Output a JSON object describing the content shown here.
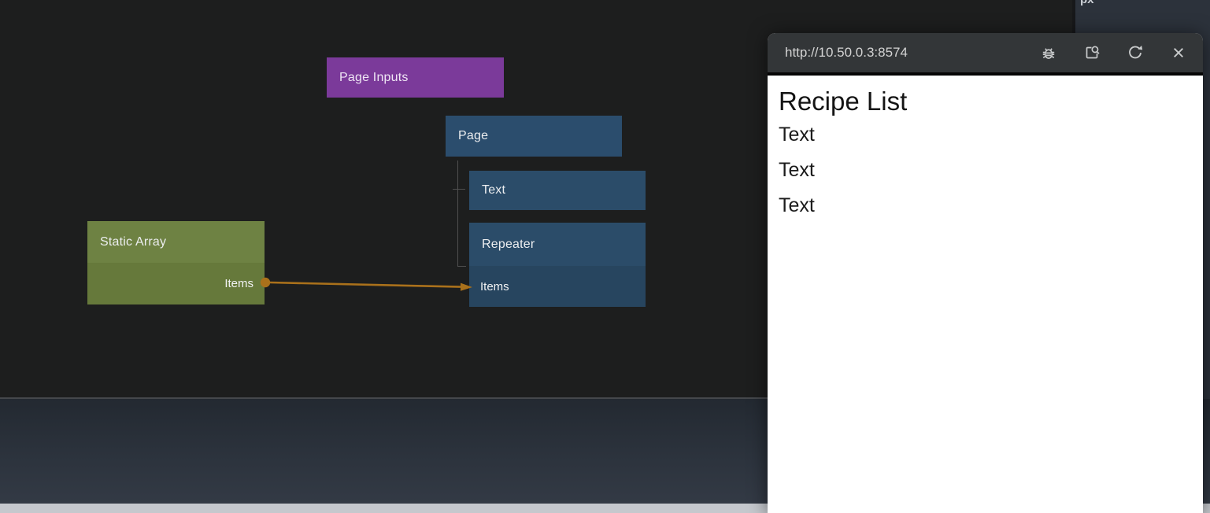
{
  "editor": {
    "canvas": {
      "nodes": {
        "page_inputs": {
          "label": "Page Inputs",
          "color": "#7b3a9a"
        },
        "page": {
          "label": "Page",
          "color": "#2b4d6d"
        },
        "text": {
          "label": "Text",
          "color": "#2b4c69"
        },
        "repeater": {
          "label": "Repeater",
          "color": "#2b4c69",
          "port_label": "Items"
        },
        "static_array": {
          "label": "Static Array",
          "color": "#6e8243",
          "port_label": "Items"
        }
      },
      "connection": {
        "from": "Static Array.Items",
        "to": "Repeater.Items",
        "color": "#aa711b"
      }
    },
    "properties_panel": {
      "unit_label": "px"
    }
  },
  "preview_window": {
    "url": "http://10.50.0.3:8574",
    "toolbar": {
      "icons": [
        "debug-icon",
        "open-preview-icon",
        "refresh-icon",
        "close-icon"
      ]
    },
    "page": {
      "title": "Recipe List",
      "items": [
        "Text",
        "Text",
        "Text"
      ]
    }
  }
}
